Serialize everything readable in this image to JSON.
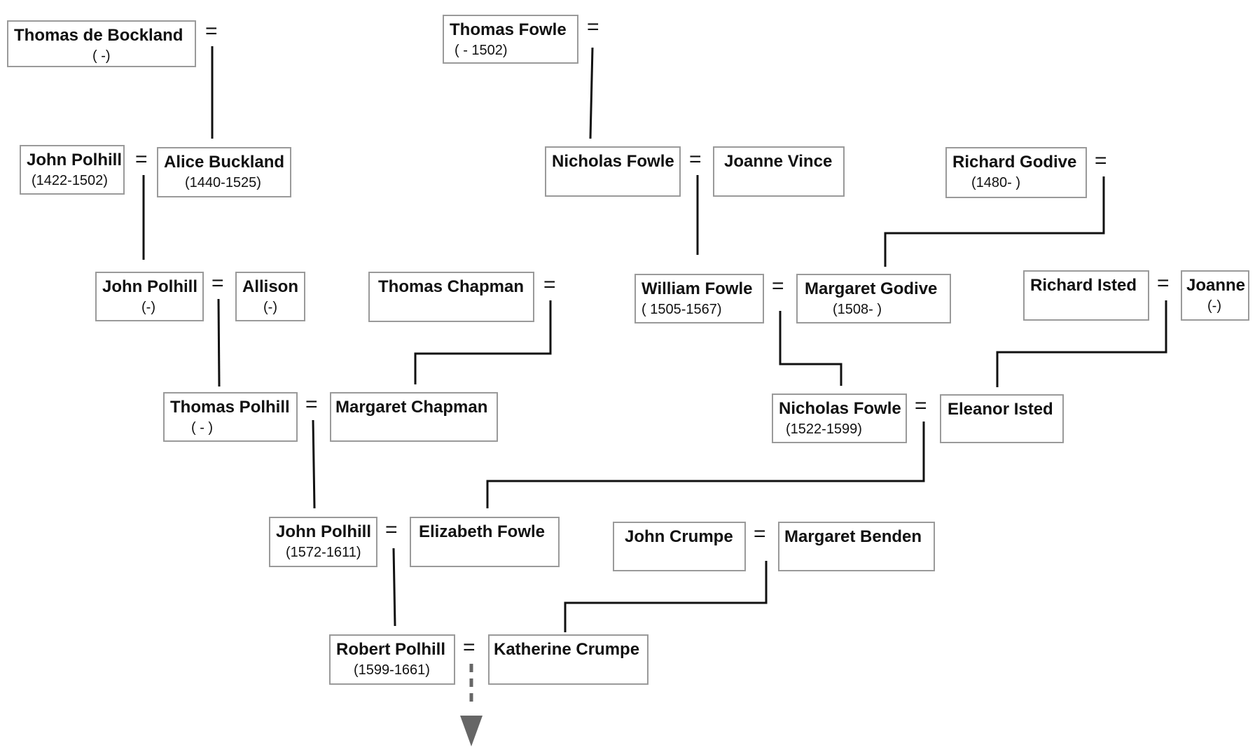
{
  "people": {
    "thomas_de_bockland": {
      "name": "Thomas de Bockland",
      "dates": "( -)"
    },
    "thomas_fowle": {
      "name": "Thomas Fowle",
      "dates": "( - 1502)"
    },
    "john_polhill_1": {
      "name": "John Polhill",
      "dates": "(1422-1502)"
    },
    "alice_buckland": {
      "name": "Alice Buckland",
      "dates": "(1440-1525)"
    },
    "nicholas_fowle_1": {
      "name": "Nicholas Fowle",
      "dates": ""
    },
    "joanne_vince": {
      "name": "Joanne Vince",
      "dates": ""
    },
    "richard_godive": {
      "name": "Richard Godive",
      "dates": "(1480- )"
    },
    "john_polhill_2": {
      "name": "John Polhill",
      "dates": "(-)"
    },
    "allison": {
      "name": "Allison",
      "dates": "(-)"
    },
    "thomas_chapman": {
      "name": "Thomas Chapman",
      "dates": ""
    },
    "william_fowle": {
      "name": "William Fowle",
      "dates": "( 1505-1567)"
    },
    "margaret_godive": {
      "name": "Margaret Godive",
      "dates": "(1508- )"
    },
    "richard_isted": {
      "name": "Richard Isted",
      "dates": ""
    },
    "joanne": {
      "name": "Joanne",
      "dates": "(-)"
    },
    "thomas_polhill": {
      "name": "Thomas Polhill",
      "dates": "( - )"
    },
    "margaret_chapman": {
      "name": "Margaret Chapman",
      "dates": ""
    },
    "nicholas_fowle_2": {
      "name": "Nicholas Fowle",
      "dates": "(1522-1599)"
    },
    "eleanor_isted": {
      "name": "Eleanor Isted",
      "dates": ""
    },
    "john_polhill_3": {
      "name": "John Polhill",
      "dates": "(1572-1611)"
    },
    "elizabeth_fowle": {
      "name": "Elizabeth Fowle",
      "dates": ""
    },
    "john_crumpe": {
      "name": "John Crumpe",
      "dates": ""
    },
    "margaret_benden": {
      "name": "Margaret Benden",
      "dates": ""
    },
    "robert_polhill": {
      "name": "Robert Polhill",
      "dates": "(1599-1661)"
    },
    "katherine_crumpe": {
      "name": "Katherine Crumpe",
      "dates": ""
    }
  },
  "marriage_symbol": "=",
  "colors": {
    "box_border": "#9a9a9a",
    "line": "#111111",
    "arrow": "#666666"
  }
}
